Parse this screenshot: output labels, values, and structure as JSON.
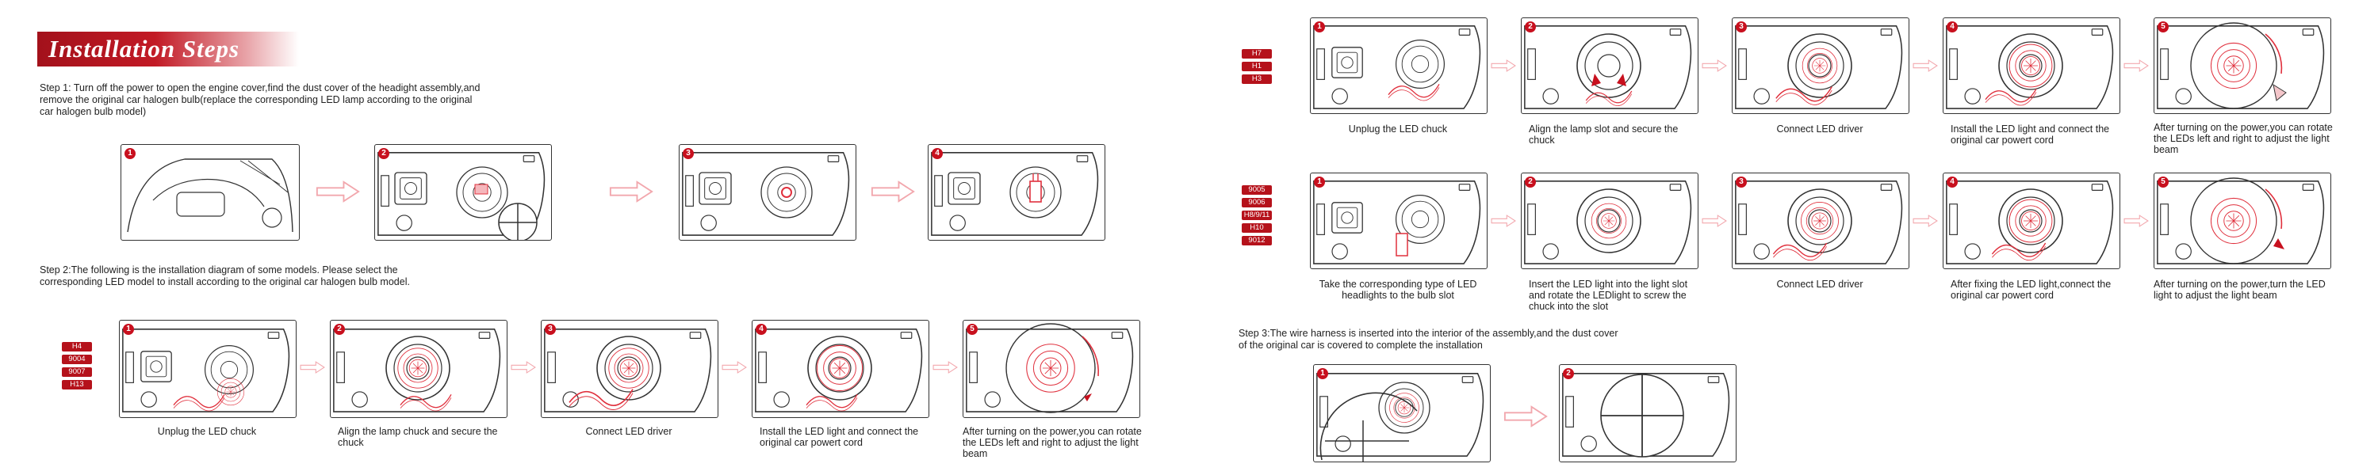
{
  "title": "Installation  Steps",
  "step1_text": "Step 1: Turn off the power to open the engine cover,find the dust cover of the headight assembly,and remove the original car halogen bulb(replace the corresponding LED lamp according to the original car halogen bulb model)",
  "step2_text": "Step 2:The following is the installation diagram of some models. Please select the corresponding LED model to install according to the original car halogen bulb model.",
  "step3_text": "Step 3:The wire harness is inserted into the interior of the assembly,and the dust cover of the original car is covered to complete the installation",
  "badges": [
    "1",
    "2",
    "3",
    "4",
    "5"
  ],
  "groupA": {
    "models": [
      "H4",
      "9004",
      "9007",
      "H13"
    ],
    "captions": [
      "Unplug the LED chuck",
      "Align the lamp chuck and secure the chuck",
      "Connect LED driver",
      "Install the LED light and connect the original car powert cord",
      "After turning on the power,you can rotate the LEDs left and right to adjust the light beam"
    ]
  },
  "groupB": {
    "models": [
      "H7",
      "H1",
      "H3"
    ],
    "captions": [
      "Unplug the LED chuck",
      "Align the lamp slot and secure the chuck",
      "Connect LED driver",
      "Install the LED light and connect the original car powert cord",
      "After turning on the power,you can rotate the LEDs left and right to adjust the light beam"
    ]
  },
  "groupC": {
    "models": [
      "9005",
      "9006",
      "H8/9/11",
      "H10",
      "9012"
    ],
    "captions": [
      "Take the corresponding type of LED headlights to the bulb slot",
      "Insert the LED light into the light slot and rotate the LEDlight to screw the chuck into the slot",
      "Connect LED driver",
      "After fixing the LED light,connect the original car powert cord",
      "After turning on the power,turn the LED light to adjust the light beam"
    ]
  },
  "colors": {
    "accent": "#c8101e",
    "arrow": "#f2a7ad",
    "line": "#333333"
  }
}
